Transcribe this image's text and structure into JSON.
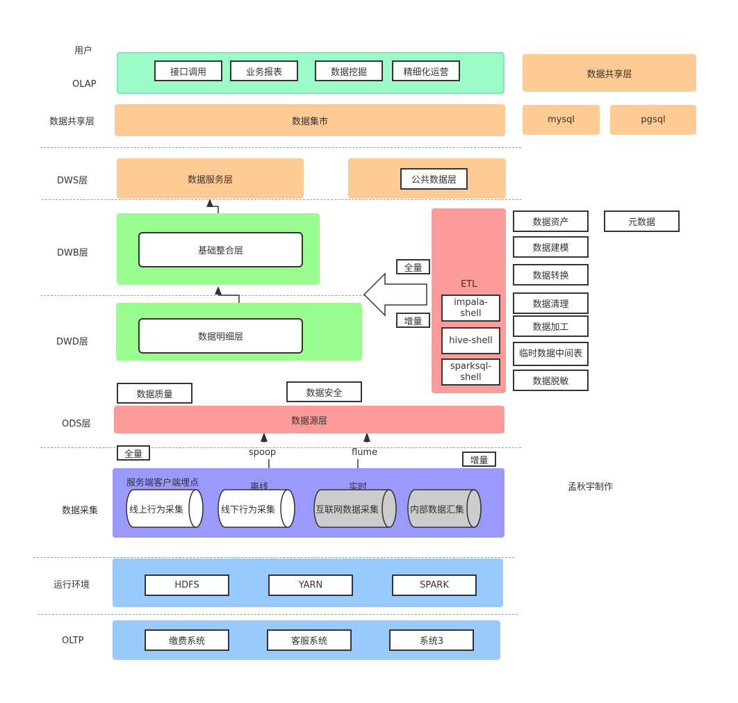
{
  "layers": {
    "user": "用户",
    "olap": "OLAP",
    "share": "数据共享层",
    "dws": "DWS层",
    "dwb": "DWB层",
    "dwd": "DWD层",
    "ods": "ODS层",
    "collect": "数据采集",
    "runtime": "运行环境",
    "oltp": "OLTP"
  },
  "olap_items": [
    "接口调用",
    "业务报表",
    "数据挖掘",
    "精细化运营"
  ],
  "share_right": {
    "title": "数据共享层",
    "mysql": "mysql",
    "pgsql": "pgsql"
  },
  "data_mart": "数据集市",
  "dws": {
    "service": "数据服务层",
    "public": "公共数据层"
  },
  "dwb_inner": "基础整合层",
  "dwd_inner": "数据明细层",
  "etl": {
    "title": "ETL",
    "tools": [
      "impala-shell",
      "hive-shell",
      "sparksql-shell"
    ],
    "full": "全量",
    "incremental": "增量"
  },
  "meta": {
    "asset": "数据资产",
    "metadata": "元数据",
    "items": [
      "数据建模",
      "数据转换",
      "数据清理",
      "数据加工",
      "临时数据中间表",
      "数据脱敏"
    ]
  },
  "ods": {
    "quality": "数据质量",
    "security": "数据安全",
    "source": "数据源层"
  },
  "collect": {
    "full": "全量",
    "incremental": "增量",
    "spoop": "spoop",
    "flume": "flume",
    "buried": "服务端客户端埋点",
    "offline": "离线",
    "realtime": "实时",
    "cylinders": [
      "线上行为采集",
      "线下行为采集",
      "互联网数据采集",
      "内部数据汇集"
    ]
  },
  "author": "孟秋宇制作",
  "runtime_items": [
    "HDFS",
    "YARN",
    "SPARK"
  ],
  "oltp_items": [
    "缴费系统",
    "客服系统",
    "系统3"
  ],
  "colors": {
    "mint": "#9cfcc8",
    "orange": "#fecb94",
    "green": "#99fd8f",
    "salmon": "#fd9b99",
    "purple": "#9a99fd",
    "blue": "#99cafd",
    "gray": "#cccccc"
  }
}
